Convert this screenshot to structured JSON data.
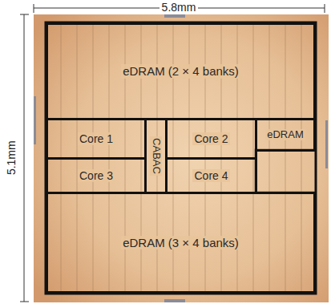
{
  "diagram": {
    "nodes": [
      {
        "text": [
          "eDRAM (2 × 4 banks)"
        ]
      },
      {
        "text": [
          "Core 1"
        ]
      },
      {
        "text": [
          "CABAC"
        ]
      },
      {
        "text": [
          "Core 2"
        ]
      },
      {
        "text": [
          "eDRAM"
        ]
      },
      {
        "text": [
          "Core 3"
        ]
      },
      {
        "text": [
          "Core 4"
        ]
      },
      {
        "text": [
          "eDRAM (3 × 4 banks)"
        ]
      }
    ],
    "labels": [
      "5.8mm",
      "5.1mm"
    ]
  }
}
